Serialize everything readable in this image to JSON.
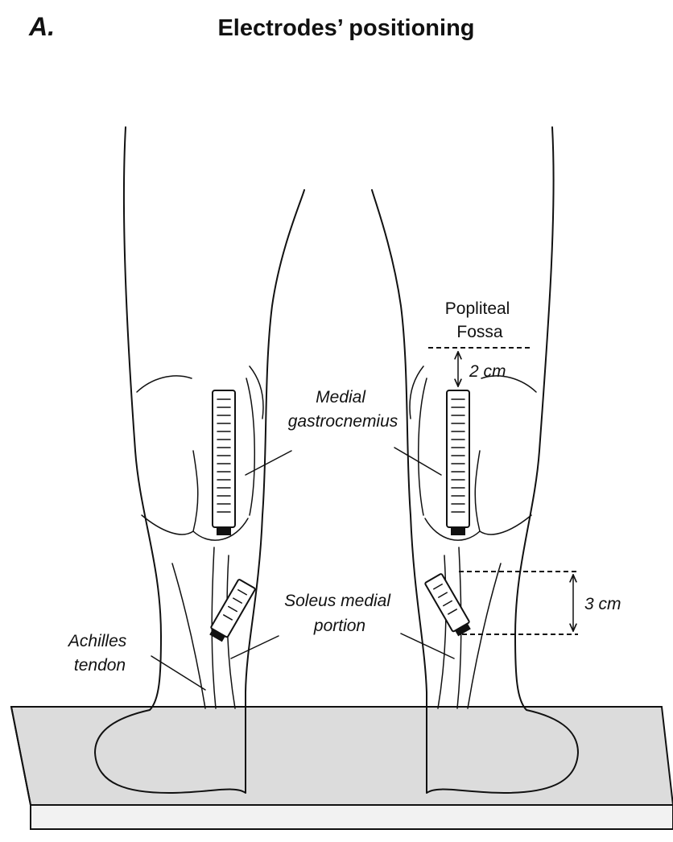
{
  "figure": {
    "panel_label": "A.",
    "title": "Electrodes’ positioning"
  },
  "labels": {
    "popliteal_line1": "Popliteal",
    "popliteal_line2": "Fossa",
    "distance_top": "2 cm",
    "medial_line1": "Medial",
    "medial_line2": "gastrocnemius",
    "soleus_line1": "Soleus medial",
    "soleus_line2": "portion",
    "achilles_line1": "Achilles",
    "achilles_line2": "tendon",
    "distance_side": "3 cm"
  },
  "colors": {
    "line": "#111111",
    "platform_top": "#dcdcdc",
    "platform_front": "#f2f2f2",
    "electrode_cap": "#111111"
  }
}
